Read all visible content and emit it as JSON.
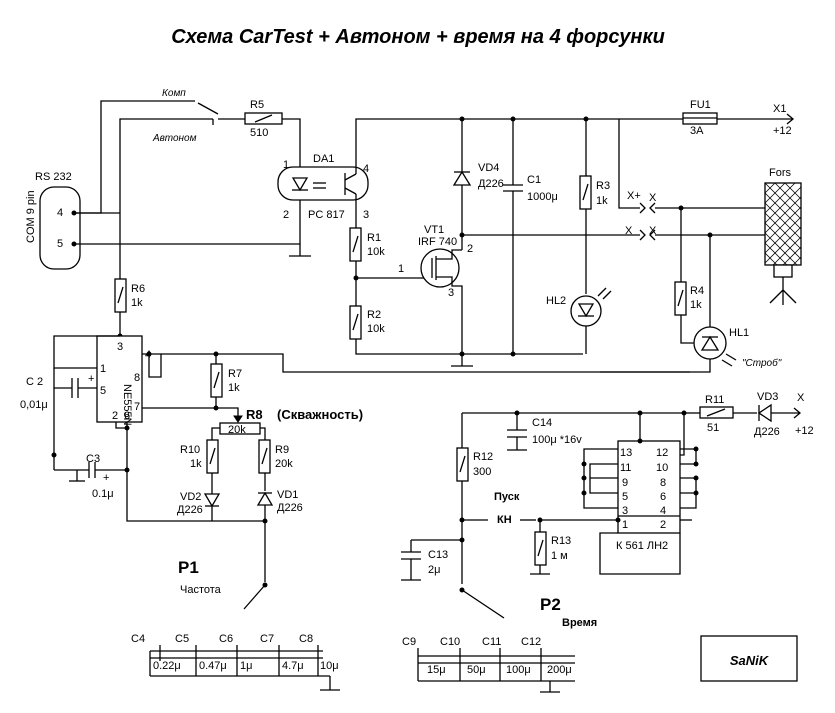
{
  "title": "Схема CarTest + Автоном + время на 4 форсунки",
  "author": "SaNiK",
  "connector": {
    "name": "RS 232",
    "sub": "COM 9 pin",
    "pin_a": "4",
    "pin_b": "5"
  },
  "switch": {
    "pos1": "Комп",
    "pos2": "Автоном"
  },
  "parts": {
    "r5": "R5",
    "r5v": "510",
    "da1": "DA1",
    "da1v": "PC 817",
    "da1p1": "1",
    "da1p2": "2",
    "da1p3": "3",
    "da1p4": "4",
    "fu1": "FU1",
    "fu1v": "3A",
    "x1": "X1",
    "x1v": "+12",
    "vd4": "VD4",
    "vd4v": "Д226",
    "c1": "C1",
    "c1v": "1000μ",
    "r3": "R3",
    "r3v": "1k",
    "r1": "R1",
    "r1v": "10k",
    "vt1": "VT1",
    "vt1v": "IRF 740",
    "vt1p1": "1",
    "vt1p2": "2",
    "vt1p3": "3",
    "r2": "R2",
    "r2v": "10k",
    "hl2": "HL2",
    "fors": "Fors",
    "xp": "X+",
    "xa": "X",
    "xb": "X",
    "xc": "X",
    "r4": "R4",
    "r4v": "1k",
    "hl1": "HL1",
    "strob": "\"Строб\"",
    "r6": "R6",
    "r6v": "1k",
    "ne555": "NE555N",
    "c2": "C 2",
    "c2v": "0,01μ",
    "r7": "R7",
    "r7v": "1k",
    "r8": "R8",
    "r8v": "20k",
    "skv": "(Скважность)",
    "r10": "R10",
    "r10v": "1k",
    "r9": "R9",
    "r9v": "20k",
    "vd2": "VD2",
    "vd2v": "Д226",
    "vd1": "VD1",
    "vd1v": "Д226",
    "c3": "C3",
    "c3v": "0.1μ",
    "p1": "P1",
    "p1v": "Частота",
    "c4": "C4",
    "c4v": "0.22μ",
    "c5": "C5",
    "c5v": "0.47μ",
    "c6": "C6",
    "c6v": "1μ",
    "c7": "C7",
    "c7v": "4.7μ",
    "c8": "C8",
    "c8v": "10μ",
    "r11": "R11",
    "r11v": "51",
    "vd3": "VD3",
    "vd3v": "Д226",
    "x12": "+12",
    "c14": "C14",
    "c14v": "100μ *16v",
    "r12": "R12",
    "r12v": "300",
    "pusk": "Пуск",
    "kn": "КН",
    "r13": "R13",
    "r13v": "1 м",
    "c13": "C13",
    "c13v": "2μ",
    "k561": "К 561 ЛН2",
    "p2": "P2",
    "p2v": "Время",
    "c9": "C9",
    "c9v": "15μ",
    "c10": "C10",
    "c10v": "50μ",
    "c11": "C11",
    "c11v": "100μ",
    "c12": "C12",
    "c12v": "200μ"
  },
  "ne555_pins": [
    "3",
    "4",
    "8",
    "1",
    "5",
    "7",
    "2",
    "6"
  ],
  "k561_pins": [
    "13",
    "12",
    "11",
    "10",
    "9",
    "8",
    "5",
    "6",
    "3",
    "4",
    "1",
    "2"
  ]
}
